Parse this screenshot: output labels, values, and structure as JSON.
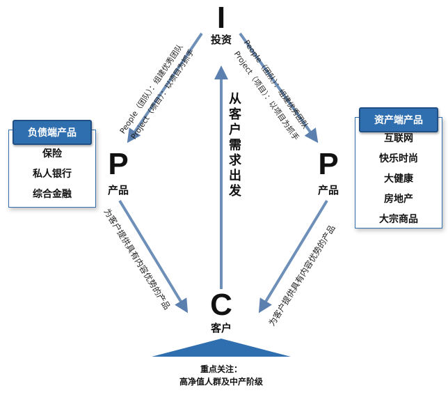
{
  "nodes": {
    "investment": {
      "letter": "I",
      "label": "投资"
    },
    "product_left": {
      "letter": "P",
      "label": "产品"
    },
    "product_right": {
      "letter": "P",
      "label": "产品"
    },
    "customer": {
      "letter": "C",
      "label": "客户"
    }
  },
  "left_box": {
    "title": "负债端产品",
    "items": [
      "保险",
      "私人银行",
      "综合金融"
    ]
  },
  "right_box": {
    "title": "资产端产品",
    "items": [
      "互联网",
      "快乐时尚",
      "大健康",
      "房地产",
      "大宗商品"
    ]
  },
  "edges": {
    "people_label": "People（团队）：组建优秀团队",
    "project_label": "Project（项目）：以项目为抓手",
    "provide_label": "为客户提供具有内容优势的产品"
  },
  "center_label": [
    "从",
    "客",
    "户",
    "需",
    "求",
    "出",
    "发"
  ],
  "focus": {
    "line1": "重点关注：",
    "line2": "高净值人群及中产阶级"
  },
  "colors": {
    "arrow": "#6d8fb8",
    "box_header": "#2f6fb0",
    "triangle": "#2f6fb0"
  }
}
